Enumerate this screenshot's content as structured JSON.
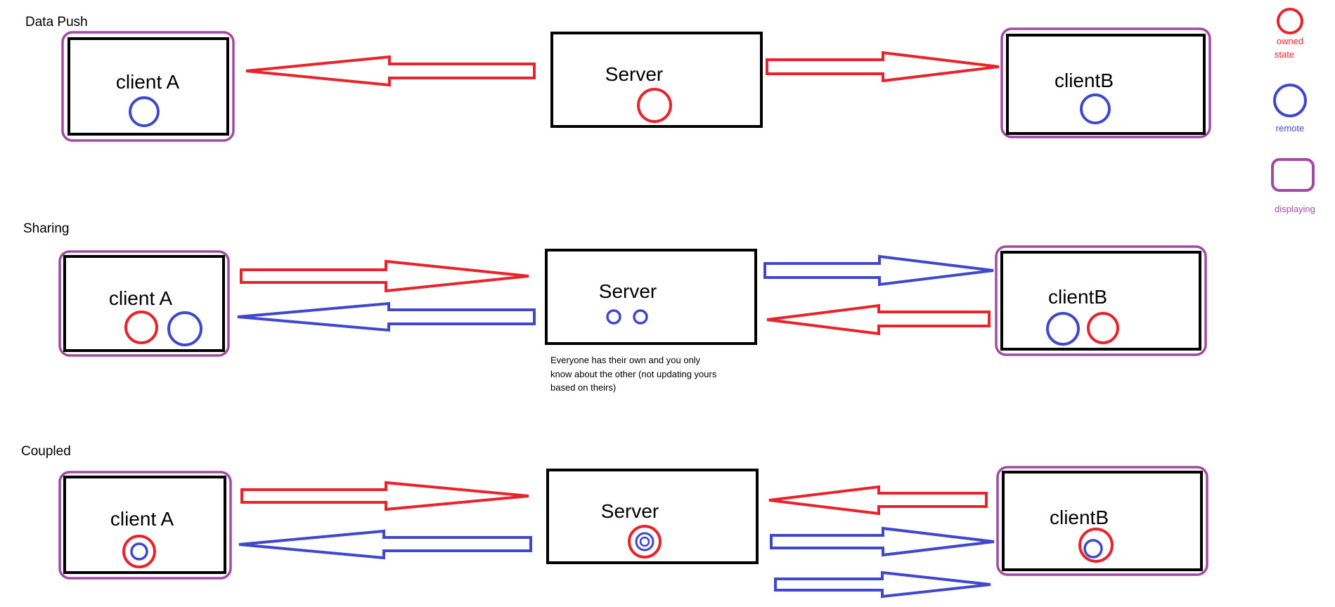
{
  "colors": {
    "red": "#e8232b",
    "blue": "#3f48cc",
    "purple": "#a349a4",
    "black": "#000000"
  },
  "sections": {
    "data_push": {
      "title": "Data Push",
      "client_a": "client A",
      "server": "Server",
      "client_b": "clientB"
    },
    "sharing": {
      "title": "Sharing",
      "client_a": "client A",
      "server": "Server",
      "client_b": "clientB",
      "note": [
        "Everyone has their own and you only",
        "know about the other (not updating yours",
        "based on theirs)"
      ]
    },
    "coupled": {
      "title": "Coupled",
      "client_a": "client A",
      "server": "Server",
      "client_b": "clientB"
    }
  },
  "legend": {
    "owned": [
      "owned",
      "state"
    ],
    "remote": "remote",
    "displaying": "displaying"
  }
}
